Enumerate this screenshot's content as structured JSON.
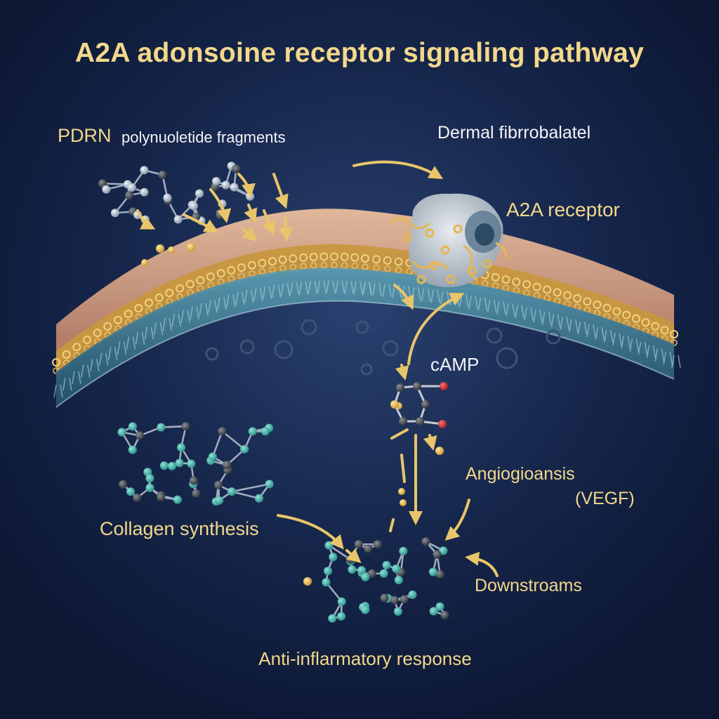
{
  "title": "A2A adonsoine receptor signaling pathway",
  "labels": {
    "pdrn": "PDRN",
    "polynucleotide": "polynuoletide fragments",
    "fibroblast": "Dermal fibrrobalatel",
    "a2a_receptor": "A2A receptor",
    "camp": "cAMP",
    "angiogenesis": "Angiogioansis",
    "vegf": "(VEGF)",
    "collagen": "Collagen synthesis",
    "downstream": "Downstroams",
    "anti_inflammatory": "Anti-inflarmatory response"
  },
  "colors": {
    "background": "#0f1c3d",
    "label_gold": "#f2d88a",
    "label_white": "#f4f4f6",
    "arrow": "#e9c56a",
    "membrane_outer": "#d7a382",
    "membrane_bilayer": "#c8973f",
    "membrane_inner": "#4b8da3",
    "molecule_teal": "#46b6ad",
    "molecule_grey": "#9aa9bb",
    "oxygen_red": "#c0303a"
  }
}
